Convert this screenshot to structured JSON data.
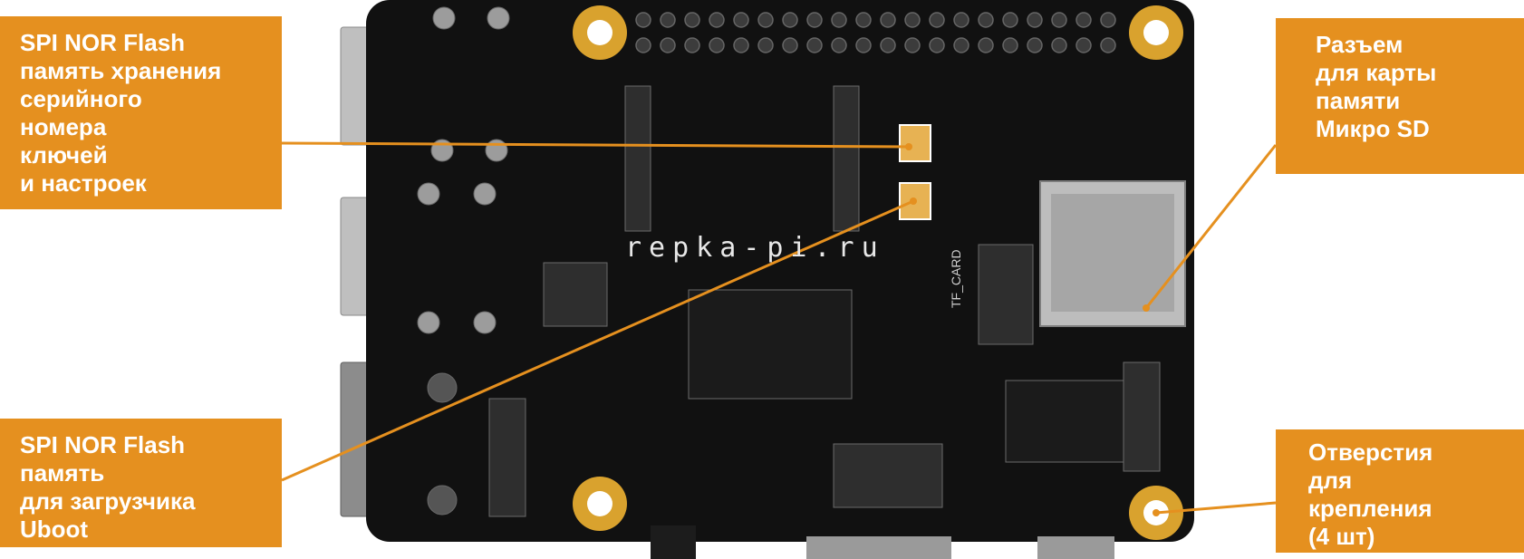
{
  "labels": {
    "spi_serial": {
      "lines": [
        "SPI NOR Flash",
        "память хранения",
        "серийного",
        "номера",
        "ключей",
        "и настроек"
      ]
    },
    "sd_slot": {
      "lines": [
        "Разъем",
        "для карты",
        "памяти",
        "Микро SD"
      ]
    },
    "spi_uboot": {
      "lines": [
        "SPI NOR Flash",
        "память",
        "для загрузчика",
        "Uboot"
      ]
    },
    "mount_holes": {
      "lines": [
        "Отверстия",
        "для",
        "крепления",
        "(4 шт)"
      ]
    }
  },
  "board": {
    "silkscreen_site": "repka-pi.ru",
    "tf_card_marking": "TF_CARD"
  },
  "colors": {
    "accent": "#e5901f",
    "board": "#101010",
    "hole_ring": "#d9a22e",
    "chip_highlight": "#e7b253"
  }
}
